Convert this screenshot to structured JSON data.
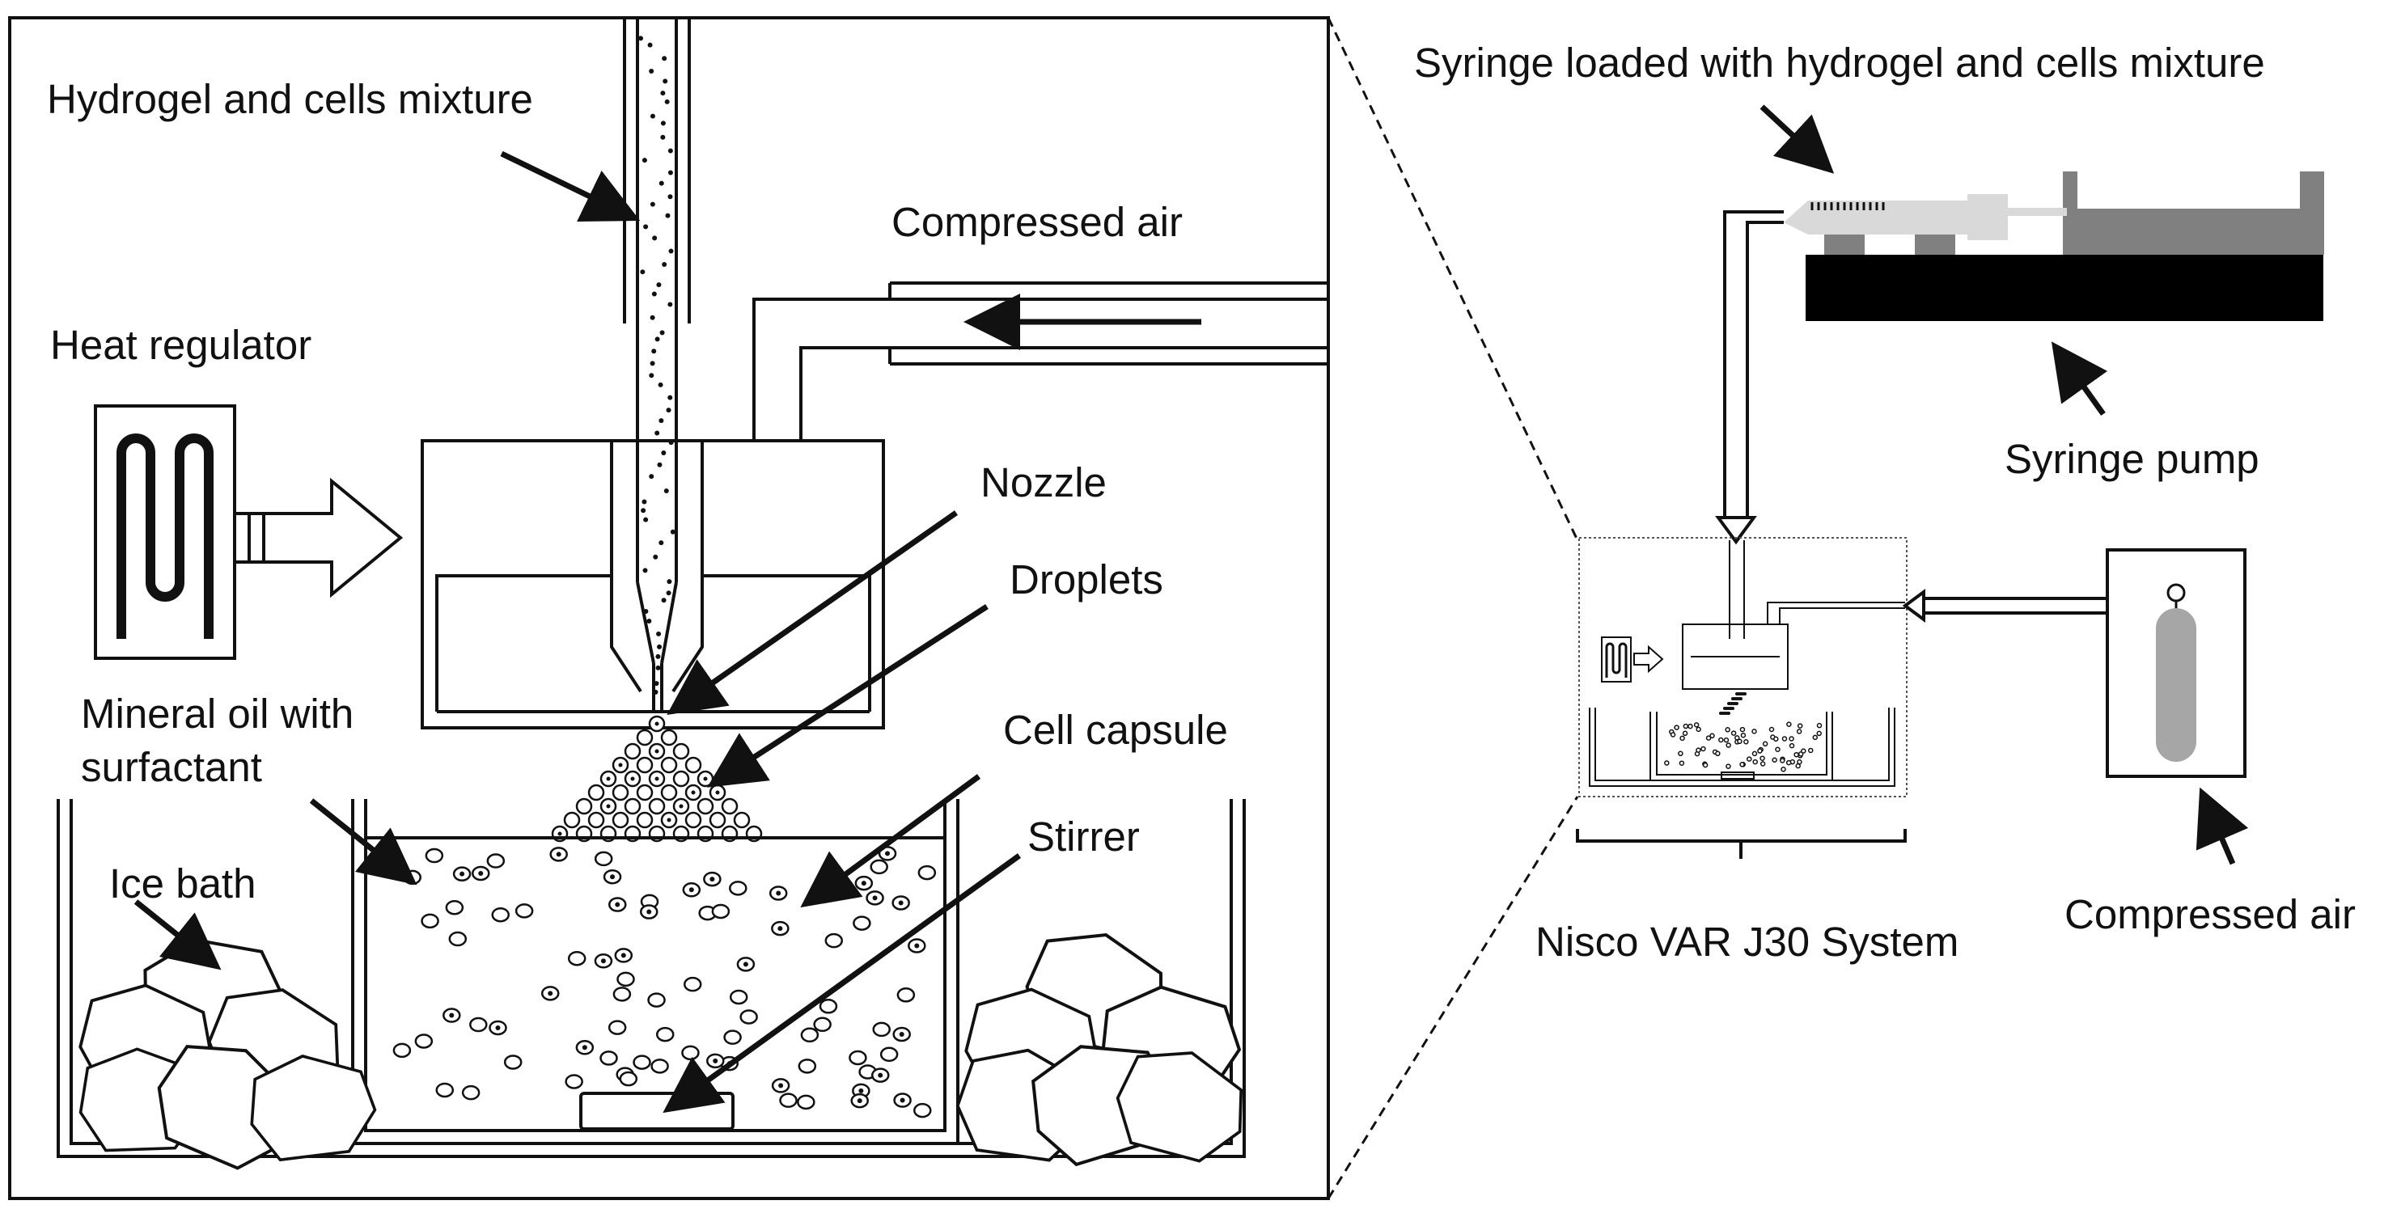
{
  "labels": {
    "hydrogel_mixture": "Hydrogel and cells mixture",
    "compressed_air_left": "Compressed air",
    "heat_regulator": "Heat regulator",
    "nozzle": "Nozzle",
    "droplets": "Droplets",
    "mineral_oil_line1": "Mineral oil with",
    "mineral_oil_line2": "surfactant",
    "cell_capsule": "Cell capsule",
    "stirrer": "Stirrer",
    "ice_bath": "Ice bath",
    "syringe_loaded": "Syringe loaded with hydrogel and cells mixture",
    "syringe_pump": "Syringe pump",
    "nisco_system": "Nisco VAR J30 System",
    "compressed_air_right": "Compressed air"
  },
  "colors": {
    "line": "#111111",
    "pump_dark": "#000000",
    "pump_grey": "#808080",
    "syringe_light": "#d9d9d9",
    "tank_grey": "#a6a6a6"
  }
}
